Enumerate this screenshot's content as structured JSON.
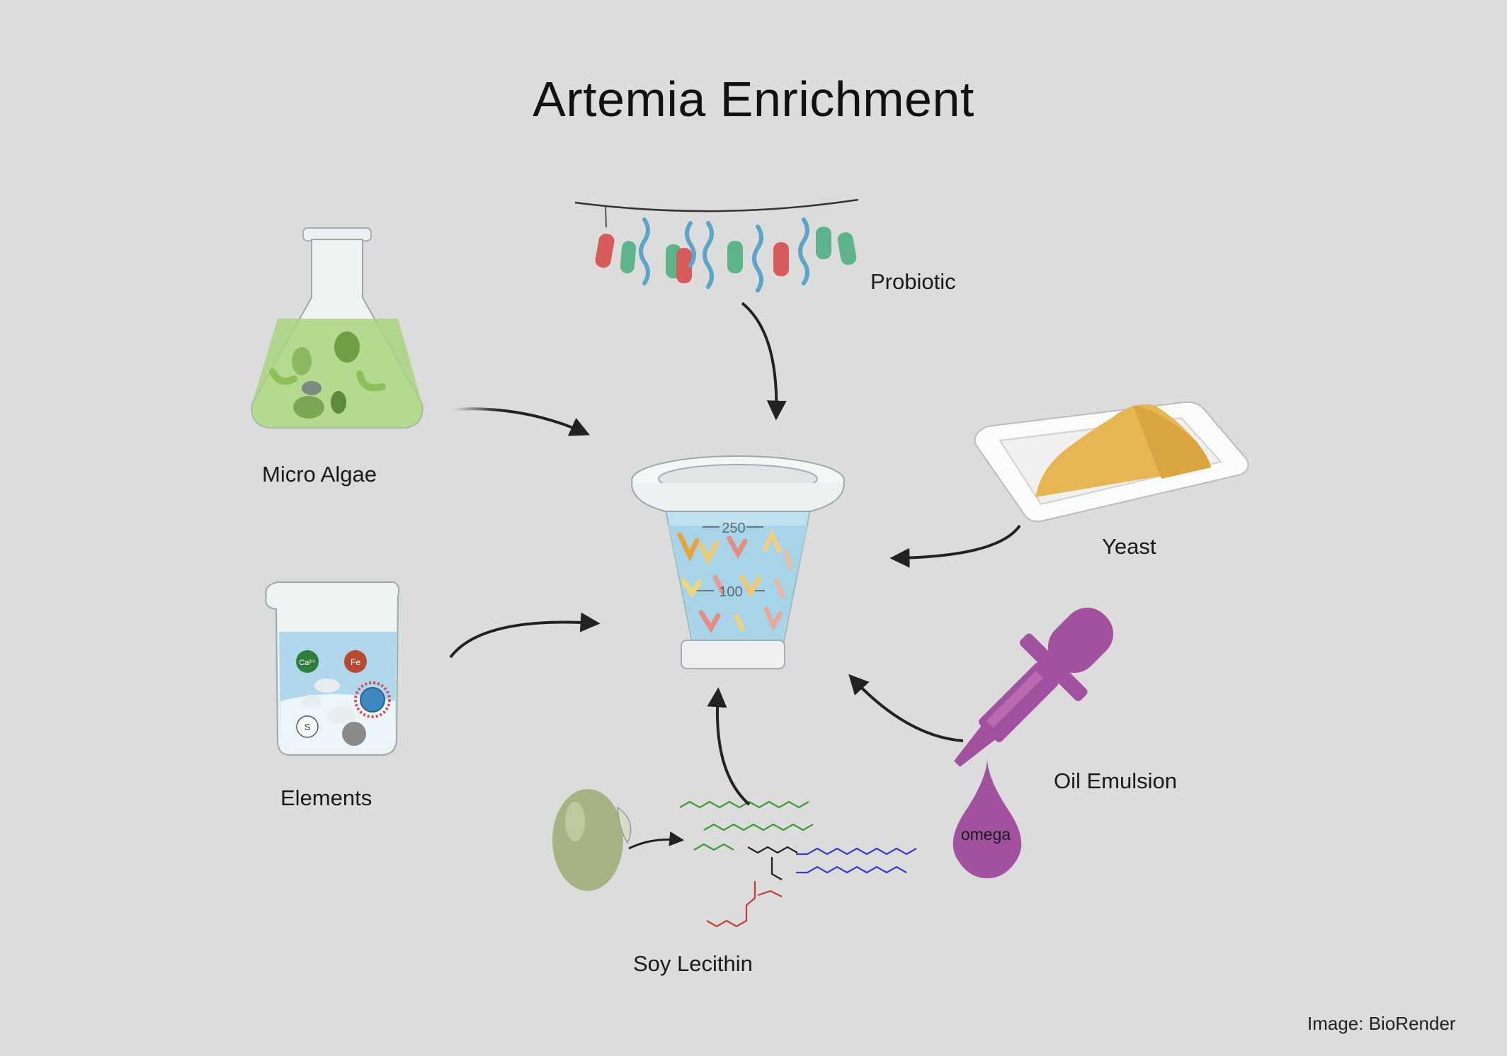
{
  "title": "Artemia Enrichment",
  "labels": {
    "probiotic": "Probiotic",
    "micro_algae": "Micro Algae",
    "yeast": "Yeast",
    "elements": "Elements",
    "oil_emulsion": "Oil Emulsion",
    "soy_lecithin": "Soy Lecithin"
  },
  "cup": {
    "mark_high": "250",
    "mark_low": "100"
  },
  "elements_beaker": {
    "ca": "Ca²⁺",
    "fe": "Fe",
    "s": "S"
  },
  "dropper": {
    "drop_label": "omega"
  },
  "credit": "Image: BioRender",
  "colors": {
    "background": "#dcdcdc",
    "algae_green": "#a9d47e",
    "water_blue": "#a8d4ea",
    "yeast_gold": "#e6b652",
    "dropper_purple": "#a2519f",
    "soy_bean": "#a7b384"
  }
}
